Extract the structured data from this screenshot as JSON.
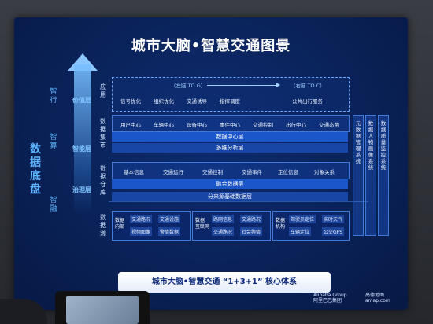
{
  "title": "城市大脑•智慧交通图景",
  "left_vertical": "数据底盘",
  "side_labels": {
    "zhi_xing": "智行",
    "zhi_suan": "智算",
    "zhi_rong": "智融"
  },
  "layers": {
    "value": "价值层",
    "intelligence": "智能层",
    "governance": "治理层"
  },
  "column_labels": {
    "application": "应用",
    "data_center": "数据集市",
    "data_warehouse": "数据仓库",
    "data_source": "数据源"
  },
  "application": {
    "to_g": "（左脑 TO G）",
    "to_c": "（右脑 TO C）",
    "items": [
      "信号优化",
      "组织优化",
      "交通诱导",
      "指挥调度",
      "公共出行服务"
    ]
  },
  "data_center_items": [
    "用户中心",
    "车辆中心",
    "设备中心",
    "事件中心",
    "交通控制",
    "出行中心",
    "交通态势"
  ],
  "band_data_center": "数据中心层",
  "band_multidim": "多维分析层",
  "warehouse_items": [
    "基本信息",
    "交通运行",
    "交通控制",
    "交通事件",
    "定位信息",
    "对象关系"
  ],
  "band_fusion": "融合数据层",
  "band_source": "分来源基础数据层",
  "sources": [
    {
      "head": "数据\n内部",
      "items": [
        "交通路况",
        "交通设施",
        "视频图像",
        "警情数据"
      ]
    },
    {
      "head": "数据\n互联网",
      "items": [
        "路网信息",
        "交通路况",
        "交通路况",
        "社会舆情"
      ]
    },
    {
      "head": "数据\n机构",
      "items": [
        "驾驶员定位",
        "实时天气",
        "车辆定位",
        "公交GPS"
      ]
    }
  ],
  "vertical_boxes": [
    "元数据管理系统",
    "数据人物画像系统",
    "数据质量监控系统"
  ],
  "core": "城市大脑•智慧交通 “1+3+1” 核心体系",
  "logos": {
    "alibaba": "Alibaba Group\n阿里巴巴集团",
    "amap": "高德地图\namap.com"
  }
}
